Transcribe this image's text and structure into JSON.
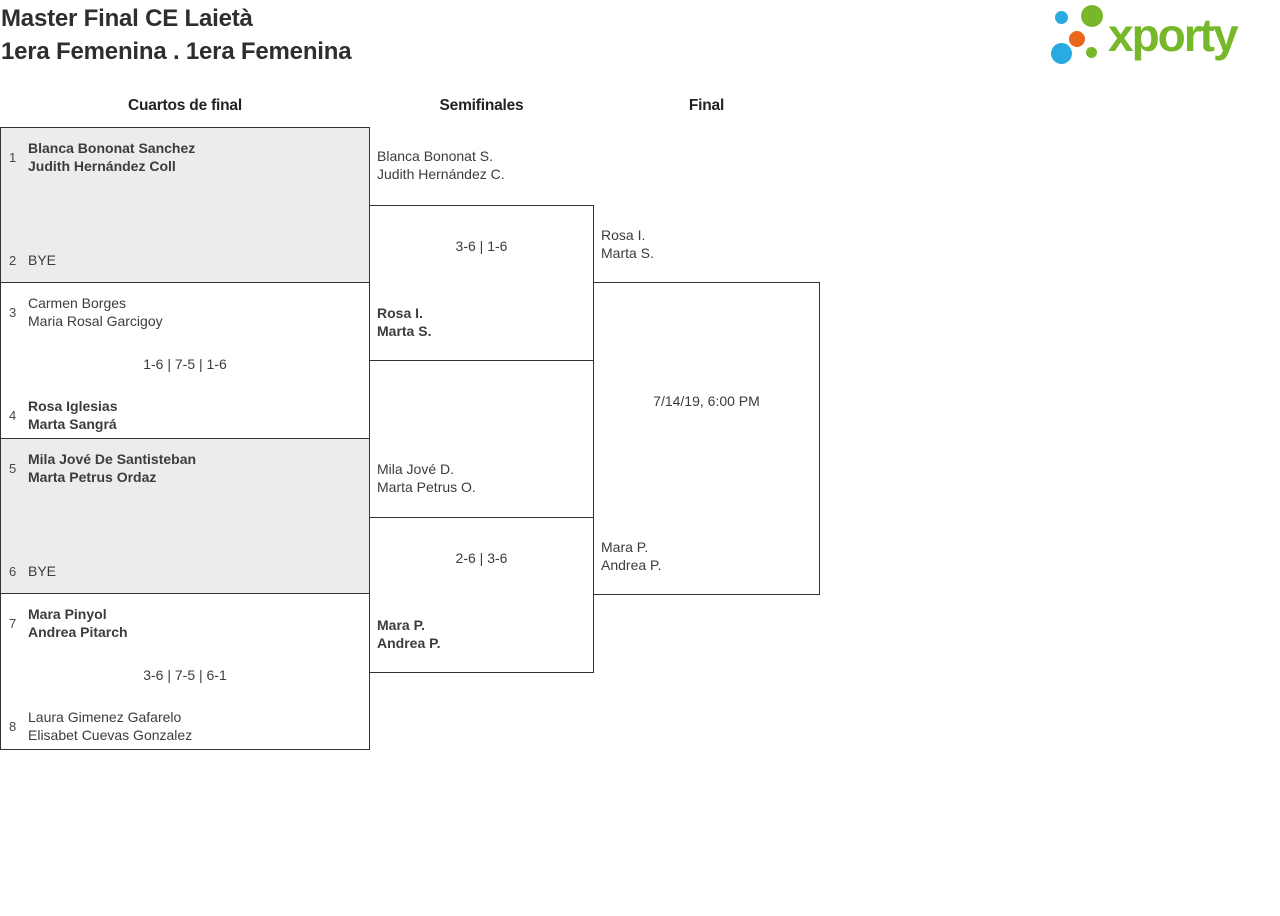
{
  "header": {
    "title_line1": "Master Final CE Laietà",
    "title_line2": "1era Femenina . 1era Femenina",
    "logo_text": "xporty"
  },
  "rounds": {
    "quarterfinals_label": "Cuartos de final",
    "semifinals_label": "Semifinales",
    "final_label": "Final"
  },
  "colors": {
    "brand_green": "#76b829",
    "brand_blue": "#29abe2",
    "brand_orange": "#e8671b",
    "box_border": "#333333",
    "box_shaded": "#ececec",
    "text": "#3c3c3c"
  },
  "quarterfinals": [
    {
      "top_seed": "1",
      "top_lines": [
        "Blanca Bononat Sanchez",
        "Judith Hernández Coll"
      ],
      "score": "",
      "bottom_seed": "2",
      "bottom_lines": [
        "BYE"
      ]
    },
    {
      "top_seed": "3",
      "top_lines": [
        "Carmen Borges",
        "Maria Rosal Garcigoy"
      ],
      "score": "1-6 | 7-5 | 1-6",
      "bottom_seed": "4",
      "bottom_lines": [
        "Rosa Iglesias",
        "Marta Sangrá"
      ]
    },
    {
      "top_seed": "5",
      "top_lines": [
        "Mila Jové De Santisteban",
        "Marta Petrus Ordaz"
      ],
      "score": "",
      "bottom_seed": "6",
      "bottom_lines": [
        "BYE"
      ]
    },
    {
      "top_seed": "7",
      "top_lines": [
        "Mara Pinyol",
        "Andrea Pitarch"
      ],
      "score": "3-6 | 7-5 | 6-1",
      "bottom_seed": "8",
      "bottom_lines": [
        "Laura Gimenez Gafarelo",
        "Elisabet Cuevas Gonzalez"
      ]
    }
  ],
  "semifinals": [
    {
      "top_lines": [
        "Blanca Bononat S.",
        "Judith Hernández C."
      ],
      "score": "3-6 | 1-6",
      "bottom_lines": [
        "Rosa I.",
        "Marta S."
      ]
    },
    {
      "top_lines": [
        "Mila Jové D.",
        "Marta Petrus O."
      ],
      "score": "2-6 | 3-6",
      "bottom_lines": [
        "Mara P.",
        "Andrea P."
      ]
    }
  ],
  "final": {
    "top_lines": [
      "Rosa I.",
      "Marta S."
    ],
    "schedule": "7/14/19, 6:00 PM",
    "bottom_lines": [
      "Mara P.",
      "Andrea P."
    ]
  }
}
